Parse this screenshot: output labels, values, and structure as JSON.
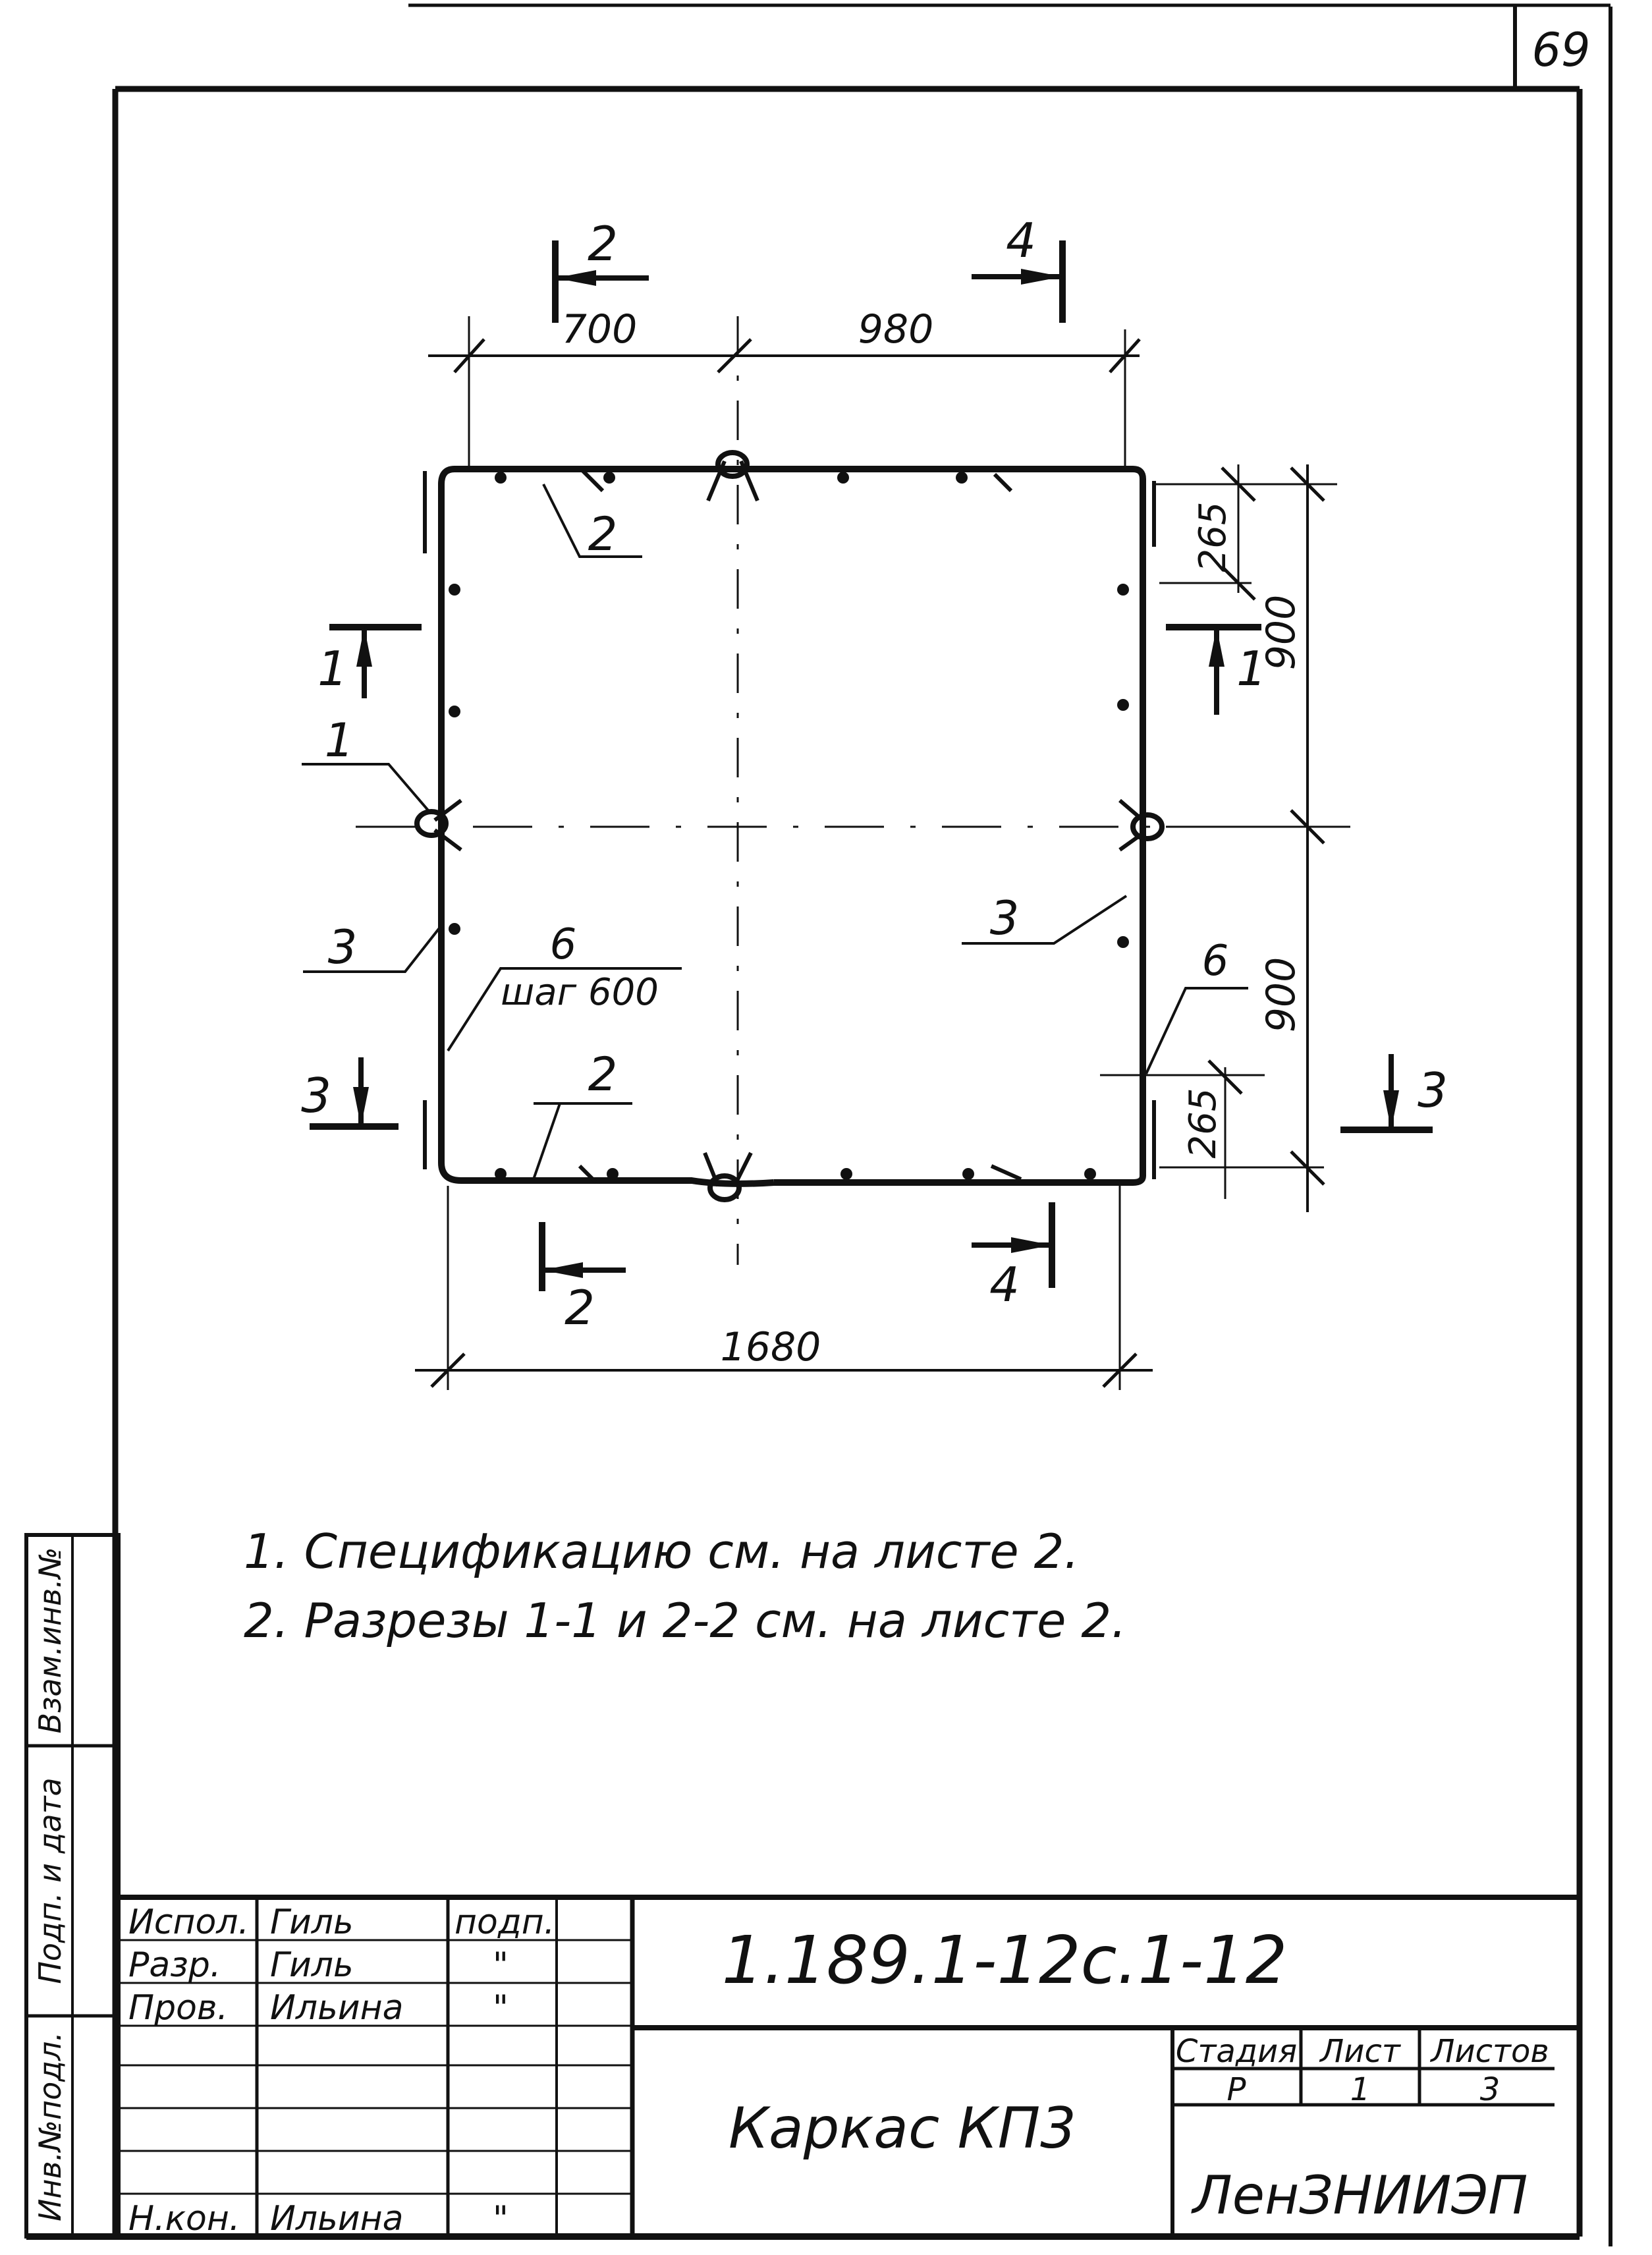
{
  "sheet_number": "69",
  "dimensions": {
    "top_left": "700",
    "top_right": "980",
    "bottom": "1680",
    "right_upper_small": "265",
    "right_upper": "900",
    "right_lower": "900",
    "right_lower_small": "265"
  },
  "section_marks": {
    "s1": "1",
    "s2": "2",
    "s3": "3",
    "s4": "4"
  },
  "position_labels": {
    "p1": "1",
    "p2": "2",
    "p3": "3",
    "p6": "6",
    "step": "шаг 600"
  },
  "notes": [
    "1. Спецификацию см. на листе 2.",
    "2. Разрезы 1-1 и 2-2 см. на листе 2."
  ],
  "side_stamp": {
    "inv_podl": "Инв.№подл.",
    "podp_data": "Подп. и дата",
    "vzam_inv": "Взам.инв.№"
  },
  "title_block": {
    "rows": [
      {
        "role": "Испол.",
        "name": "Гиль",
        "sign": "подп."
      },
      {
        "role": "Разр.",
        "name": "Гиль",
        "sign": "\""
      },
      {
        "role": "Пров.",
        "name": "Ильина",
        "sign": "\""
      },
      {
        "role": "Н.кон.",
        "name": "Ильина",
        "sign": "\""
      }
    ],
    "document_code": "1.189.1-12с.1-12",
    "item_title": "Каркас КП3",
    "stage_label": "Стадия",
    "sheet_label": "Лист",
    "sheets_label": "Листов",
    "stage_value": "Р",
    "sheet_value": "1",
    "sheets_value": "3",
    "organization": "ЛенЗНИИЭП"
  }
}
